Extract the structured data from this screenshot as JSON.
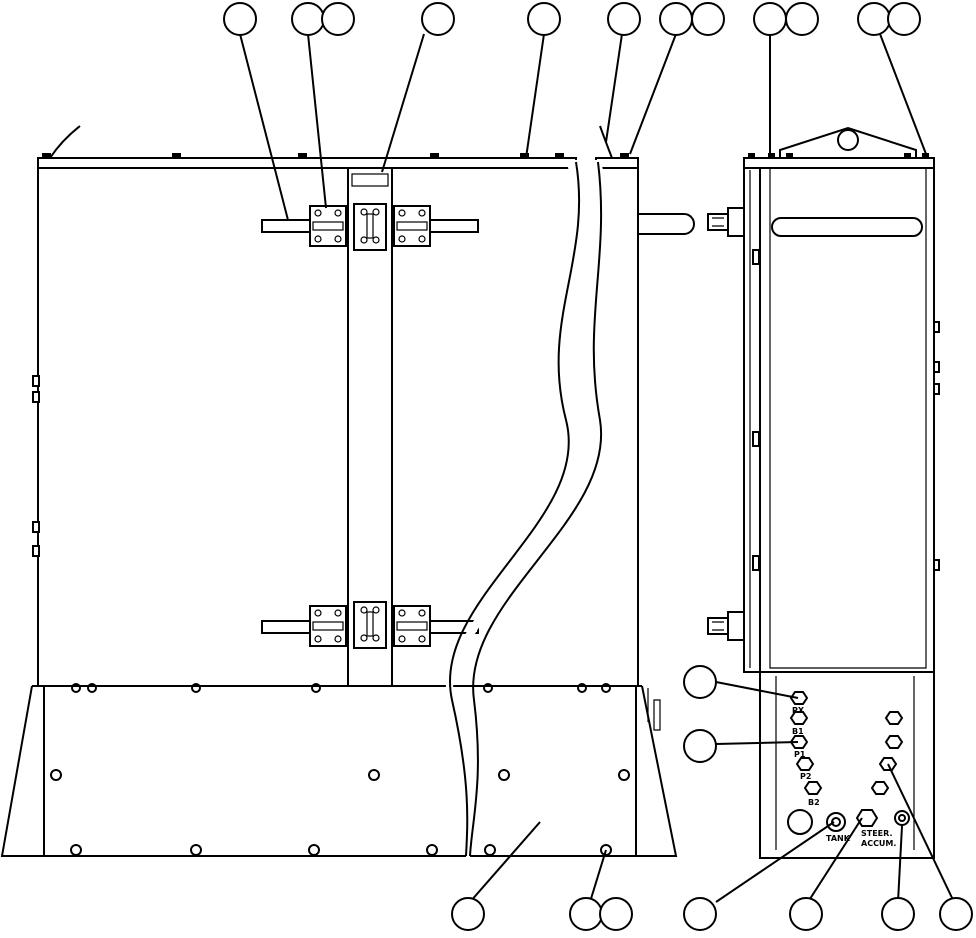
{
  "port_labels": {
    "px": "PX",
    "b1": "B1",
    "p1": "P1",
    "p2": "P2",
    "b2": "B2",
    "tank": "TANK",
    "steer": "STEER.",
    "accum": "ACCUM."
  },
  "callout_count": 22
}
